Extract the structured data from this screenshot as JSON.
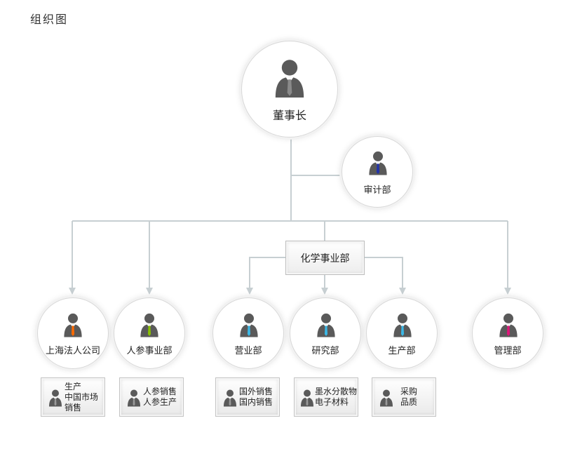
{
  "page": {
    "title": "组织图"
  },
  "colors": {
    "connector": "#c7cfd2",
    "person": "#5a5a5a",
    "ties": {
      "chairman": "#8a8a8a",
      "audit": "#2233aa",
      "shanghai": "#ff6a00",
      "hr": "#88c000",
      "sales": "#3bb8e6",
      "research": "#3bb8e6",
      "production": "#3bb8e6",
      "management": "#e0157a"
    }
  },
  "nodes": {
    "chairman": {
      "label": "董事长",
      "tie": "chairman",
      "icon": "person-icon"
    },
    "audit": {
      "label": "审计部",
      "tie": "audit",
      "icon": "person-icon"
    },
    "chemical": {
      "label": "化学事业部"
    },
    "shanghai": {
      "label": "上海法人公司",
      "tie": "shanghai",
      "icon": "person-icon"
    },
    "hr": {
      "label": "人参事业部",
      "tie": "hr",
      "icon": "person-icon"
    },
    "sales": {
      "label": "营业部",
      "tie": "sales",
      "icon": "person-icon"
    },
    "research": {
      "label": "研究部",
      "tie": "research",
      "icon": "person-icon"
    },
    "production": {
      "label": "生产部",
      "tie": "production",
      "icon": "person-icon"
    },
    "management": {
      "label": "管理部",
      "tie": "management",
      "icon": "person-icon"
    }
  },
  "sub_boxes": {
    "shanghai": {
      "lines": [
        "生产",
        "中国市场",
        "销售"
      ]
    },
    "hr": {
      "lines": [
        "人参销售",
        "人参生产"
      ]
    },
    "sales": {
      "lines": [
        "国外销售",
        "国内销售"
      ]
    },
    "research": {
      "lines": [
        "墨水分散物",
        "电子材料"
      ]
    },
    "production": {
      "lines": [
        "采购",
        "品质"
      ]
    }
  }
}
